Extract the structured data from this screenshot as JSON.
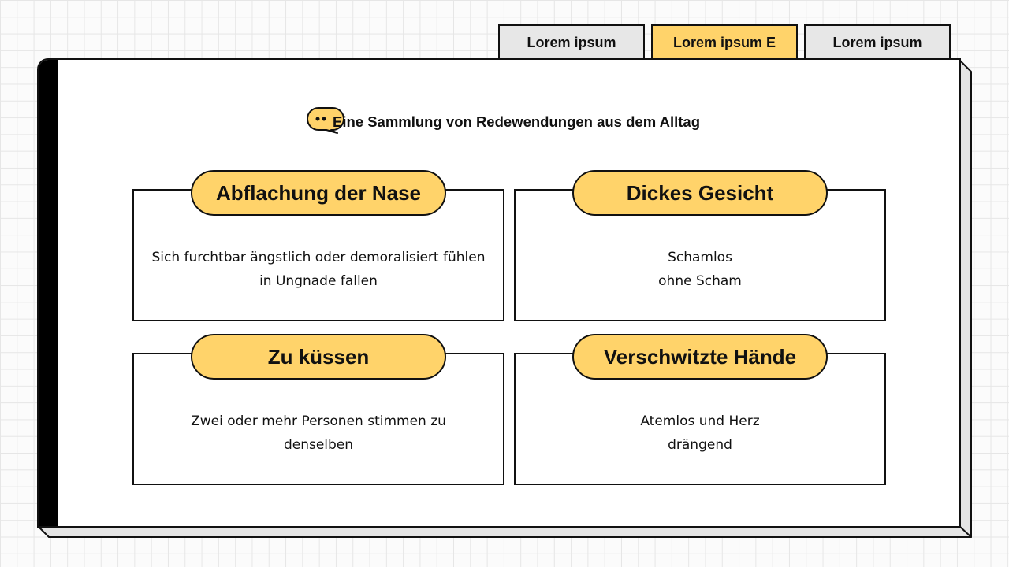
{
  "tabs": [
    {
      "label": "Lorem ipsum",
      "active": false
    },
    {
      "label": "Lorem ipsum E",
      "active": true
    },
    {
      "label": "Lorem ipsum",
      "active": false
    }
  ],
  "subtitle": {
    "icon": "chat-bubble-icon",
    "text": "Eine Sammlung von Redewendungen aus dem Alltag"
  },
  "cards": [
    {
      "title": "Abflachung der Nase",
      "lines": [
        "Sich furchtbar ängstlich oder demoralisiert fühlen",
        "in Ungnade fallen"
      ]
    },
    {
      "title": "Dickes Gesicht",
      "lines": [
        "Schamlos",
        "ohne Scham"
      ]
    },
    {
      "title": "Zu küssen",
      "lines": [
        "Zwei oder mehr Personen stimmen zu",
        "denselben"
      ]
    },
    {
      "title": "Verschwitzte Hände",
      "lines": [
        "Atemlos und Herz",
        "drängend"
      ]
    }
  ],
  "colors": {
    "accent": "#ffd36a",
    "tab_inactive": "#e7e7e7",
    "border": "#111111",
    "shadow": "#e4e4e4"
  }
}
